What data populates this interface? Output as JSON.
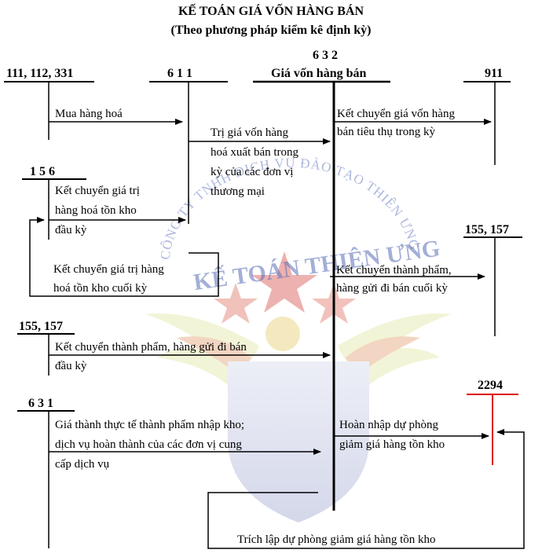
{
  "title": "KẾ TOÁN GIÁ VỐN HÀNG BÁN",
  "subtitle": "(Theo phương pháp kiểm kê định kỳ)",
  "accounts": {
    "a111": "111, 112, 331",
    "a611": "6 1 1",
    "a632": "6 3 2",
    "a632_name": "Giá vốn hàng bán",
    "a911": "911",
    "a156": "1 5 6",
    "a155_right": "155, 157",
    "a155_left": "155, 157",
    "a631": "6 3 1",
    "a2294": "2294"
  },
  "entries": {
    "mua_hang": "Mua hàng hoá",
    "tri_gia_1": "Trị giá vốn hàng",
    "tri_gia_2": "hoá xuất bán trong",
    "tri_gia_3": "kỳ của các đơn vị",
    "tri_gia_4": "thương mại",
    "kc_gv_1": "Kết chuyển giá vốn hàng",
    "kc_gv_2": "bán tiêu thụ trong kỳ",
    "kc_dau_1": "Kết chuyển giá trị",
    "kc_dau_2": "hàng hoá tồn kho",
    "kc_dau_3": "đầu kỳ",
    "kc_cuoi_1": "Kết chuyển giá trị hàng",
    "kc_cuoi_2": "hoá tồn kho cuối kỳ",
    "kc_tp_cuoi_1": "Kết chuyển thành phẩm,",
    "kc_tp_cuoi_2": "hàng gửi đi bán cuối kỳ",
    "kc_tp_dau_1": "Kết chuyển thành phẩm, hàng gửi đi bán",
    "kc_tp_dau_2": "đầu kỳ",
    "gia_thanh_1": "Giá thành thực tế thành phẩm nhập kho;",
    "gia_thanh_2": "dịch vụ hoàn thành của các đơn vị cung",
    "gia_thanh_3": "cấp dịch vụ",
    "hoan_nhap_1": "Hoàn nhập dự phòng",
    "hoan_nhap_2": "giảm giá hàng tồn kho",
    "trich_lap": "Trích lập dự phòng giảm giá hàng tồn kho"
  },
  "watermark": {
    "arc_text": "CÔNG TY TNHH DỊCH VỤ ĐÀO TẠO THIÊN ƯNG",
    "brand": "KẾ TOÁN THIÊN ƯNG"
  },
  "colors": {
    "line": "#000000",
    "red_account": "#e00000",
    "watermark_blue": "#1f3f9a",
    "watermark_red": "#c0392b"
  }
}
